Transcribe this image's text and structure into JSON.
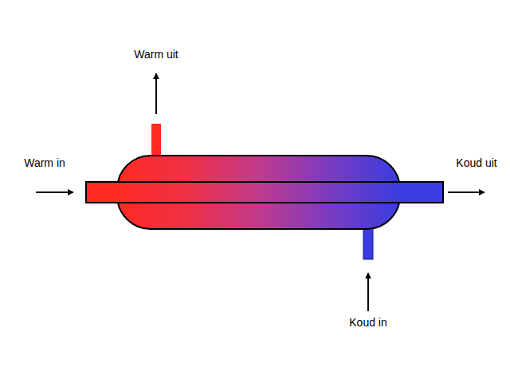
{
  "diagram": {
    "labels": [
      "Warm uit",
      "Warm in",
      "Koud uit",
      "Koud in"
    ]
  }
}
